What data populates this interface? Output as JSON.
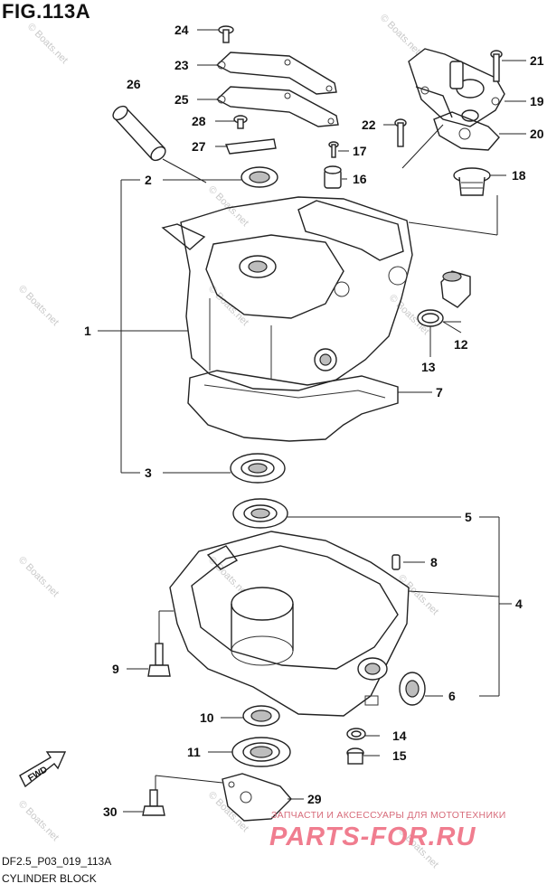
{
  "figure": {
    "title": "FIG.113A",
    "code": "DF2.5_P03_019_113A",
    "name": "CYLINDER BLOCK",
    "direction_label": "FWD"
  },
  "watermark": {
    "text": "© Boats.net"
  },
  "promo": {
    "tagline": "ЗАПЧАСТИ И АКСЕССУАРЫ ДЛЯ МОТОТЕХНИКИ",
    "brand": "PARTS-FOR.RU",
    "brand_color": "#ef6f83"
  },
  "callouts": [
    {
      "id": "c24",
      "label": "24"
    },
    {
      "id": "c23",
      "label": "23"
    },
    {
      "id": "c26",
      "label": "26"
    },
    {
      "id": "c25",
      "label": "25"
    },
    {
      "id": "c28",
      "label": "28"
    },
    {
      "id": "c27",
      "label": "27"
    },
    {
      "id": "c17",
      "label": "17"
    },
    {
      "id": "c16",
      "label": "16"
    },
    {
      "id": "c2",
      "label": "2"
    },
    {
      "id": "c21",
      "label": "21"
    },
    {
      "id": "c19",
      "label": "19"
    },
    {
      "id": "c22",
      "label": "22"
    },
    {
      "id": "c20",
      "label": "20"
    },
    {
      "id": "c18",
      "label": "18"
    },
    {
      "id": "c1",
      "label": "1"
    },
    {
      "id": "c12",
      "label": "12"
    },
    {
      "id": "c13",
      "label": "13"
    },
    {
      "id": "c7",
      "label": "7"
    },
    {
      "id": "c3",
      "label": "3"
    },
    {
      "id": "c5",
      "label": "5"
    },
    {
      "id": "c8",
      "label": "8"
    },
    {
      "id": "c4",
      "label": "4"
    },
    {
      "id": "c9",
      "label": "9"
    },
    {
      "id": "c6",
      "label": "6"
    },
    {
      "id": "c10",
      "label": "10"
    },
    {
      "id": "c14",
      "label": "14"
    },
    {
      "id": "c11",
      "label": "11"
    },
    {
      "id": "c15",
      "label": "15"
    },
    {
      "id": "c30",
      "label": "30"
    },
    {
      "id": "c29",
      "label": "29"
    }
  ]
}
